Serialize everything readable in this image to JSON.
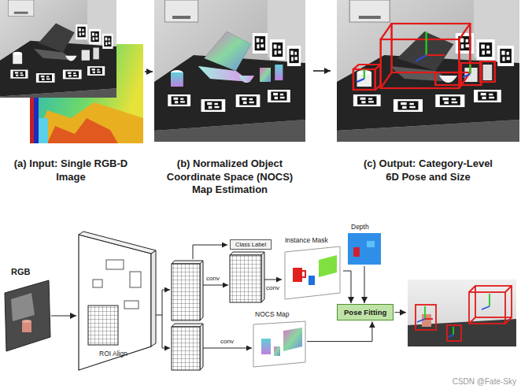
{
  "diagram": {
    "nodes": [
      {
        "text": [
          "(a) Input: Single RGB-D Image"
        ]
      },
      {
        "text": [
          "(b) Normalized Object Coordinate Space (NOCS) Map Estimation"
        ]
      },
      {
        "text": [
          "(c) Output: Category-Level 6D Pose and Size"
        ]
      },
      {
        "text": [
          "RGB"
        ]
      },
      {
        "text": [
          "ROI Align"
        ]
      },
      {
        "text": [
          "Class Label"
        ]
      },
      {
        "text": [
          "Instance Mask"
        ]
      },
      {
        "text": [
          "Depth"
        ]
      },
      {
        "text": [
          "NOCS Map"
        ]
      },
      {
        "text": [
          "Pose Fitting"
        ]
      }
    ],
    "edges": [
      {
        "from": 0,
        "to": 1,
        "arrow": "to"
      },
      {
        "from": 1,
        "to": 2,
        "arrow": "to"
      },
      {
        "from": 3,
        "to": 4,
        "arrow": "to"
      },
      {
        "from": 6,
        "to": 9,
        "arrow": "to"
      },
      {
        "from": 7,
        "to": 9,
        "arrow": "to"
      },
      {
        "from": 8,
        "to": 9,
        "arrow": "to"
      }
    ],
    "labels": [
      "conv",
      "conv",
      "conv",
      "CSDN @Fate-Sky"
    ]
  }
}
